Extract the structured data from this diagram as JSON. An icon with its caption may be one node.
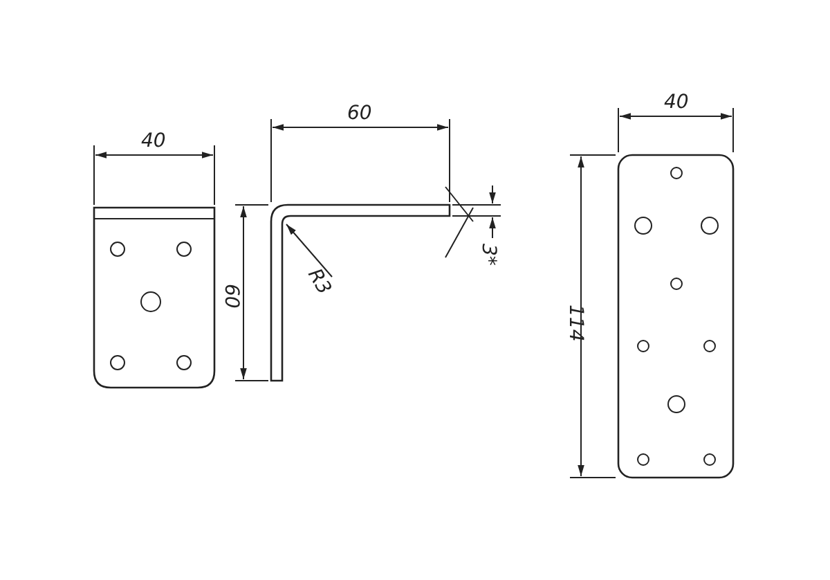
{
  "diagram": {
    "labels": [
      "40",
      "60",
      "60",
      "R3",
      "3*",
      "40",
      "114"
    ]
  }
}
